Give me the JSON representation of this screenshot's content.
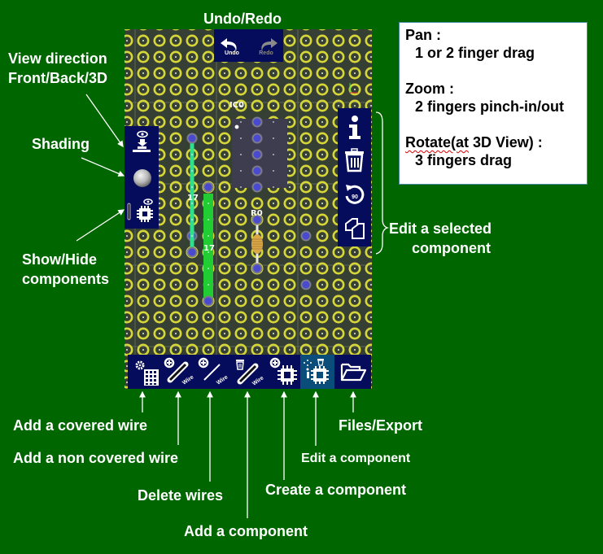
{
  "annotations": {
    "undo_redo": "Undo/Redo",
    "view_direction_line1": "View direction",
    "view_direction_line2": "Front/Back/3D",
    "shading": "Shading",
    "show_hide_line1": "Show/Hide",
    "show_hide_line2": "components",
    "edit_selected_line1": "Edit a selected",
    "edit_selected_line2": "component",
    "add_covered_wire": "Add a covered wire",
    "add_non_covered_wire": "Add a non covered wire",
    "delete_wires": "Delete wires",
    "add_component": "Add a component",
    "create_component": "Create a component",
    "edit_component": "Edit a component",
    "files_export": "Files/Export"
  },
  "help_box": {
    "pan_title": "Pan :",
    "pan_desc": "1 or 2 finger drag",
    "zoom_title": "Zoom :",
    "zoom_desc": "2 fingers pinch-in/out",
    "rotate_title_word": "Rotate(at",
    "rotate_title_rest": " 3D View) :",
    "rotate_desc": "3 fingers drag"
  },
  "undo_panel": {
    "undo_label": "Undo",
    "redo_label": "Redo"
  },
  "view_panel": {
    "items": [
      {
        "icon": "view-direction-icon"
      },
      {
        "icon": "shading-sphere-icon"
      },
      {
        "icon": "show-hide-components-icon"
      }
    ]
  },
  "edit_panel": {
    "items": [
      {
        "icon": "info-icon"
      },
      {
        "icon": "trash-icon"
      },
      {
        "icon": "rotate-90-icon",
        "text": "90"
      },
      {
        "icon": "duplicate-icon"
      }
    ]
  },
  "bottom_toolbar": {
    "wire_label": "Wire",
    "active_index": 5,
    "items": [
      {
        "icon": "board-settings-icon"
      },
      {
        "icon": "add-covered-wire-icon"
      },
      {
        "icon": "add-non-covered-wire-icon"
      },
      {
        "icon": "delete-wires-icon"
      },
      {
        "icon": "add-component-icon"
      },
      {
        "icon": "edit-component-icon"
      },
      {
        "icon": "folder-open-icon"
      }
    ]
  },
  "board": {
    "pad_color": "#d6d63a",
    "bg_color": "#353f33",
    "components": [
      {
        "type": "ic",
        "label": "IC0"
      },
      {
        "type": "resistor",
        "label": "R0"
      },
      {
        "type": "covered_wire",
        "label": "17",
        "color": "#2de08e"
      },
      {
        "type": "covered_wire",
        "label": "17",
        "color": "#22cc33"
      }
    ]
  }
}
